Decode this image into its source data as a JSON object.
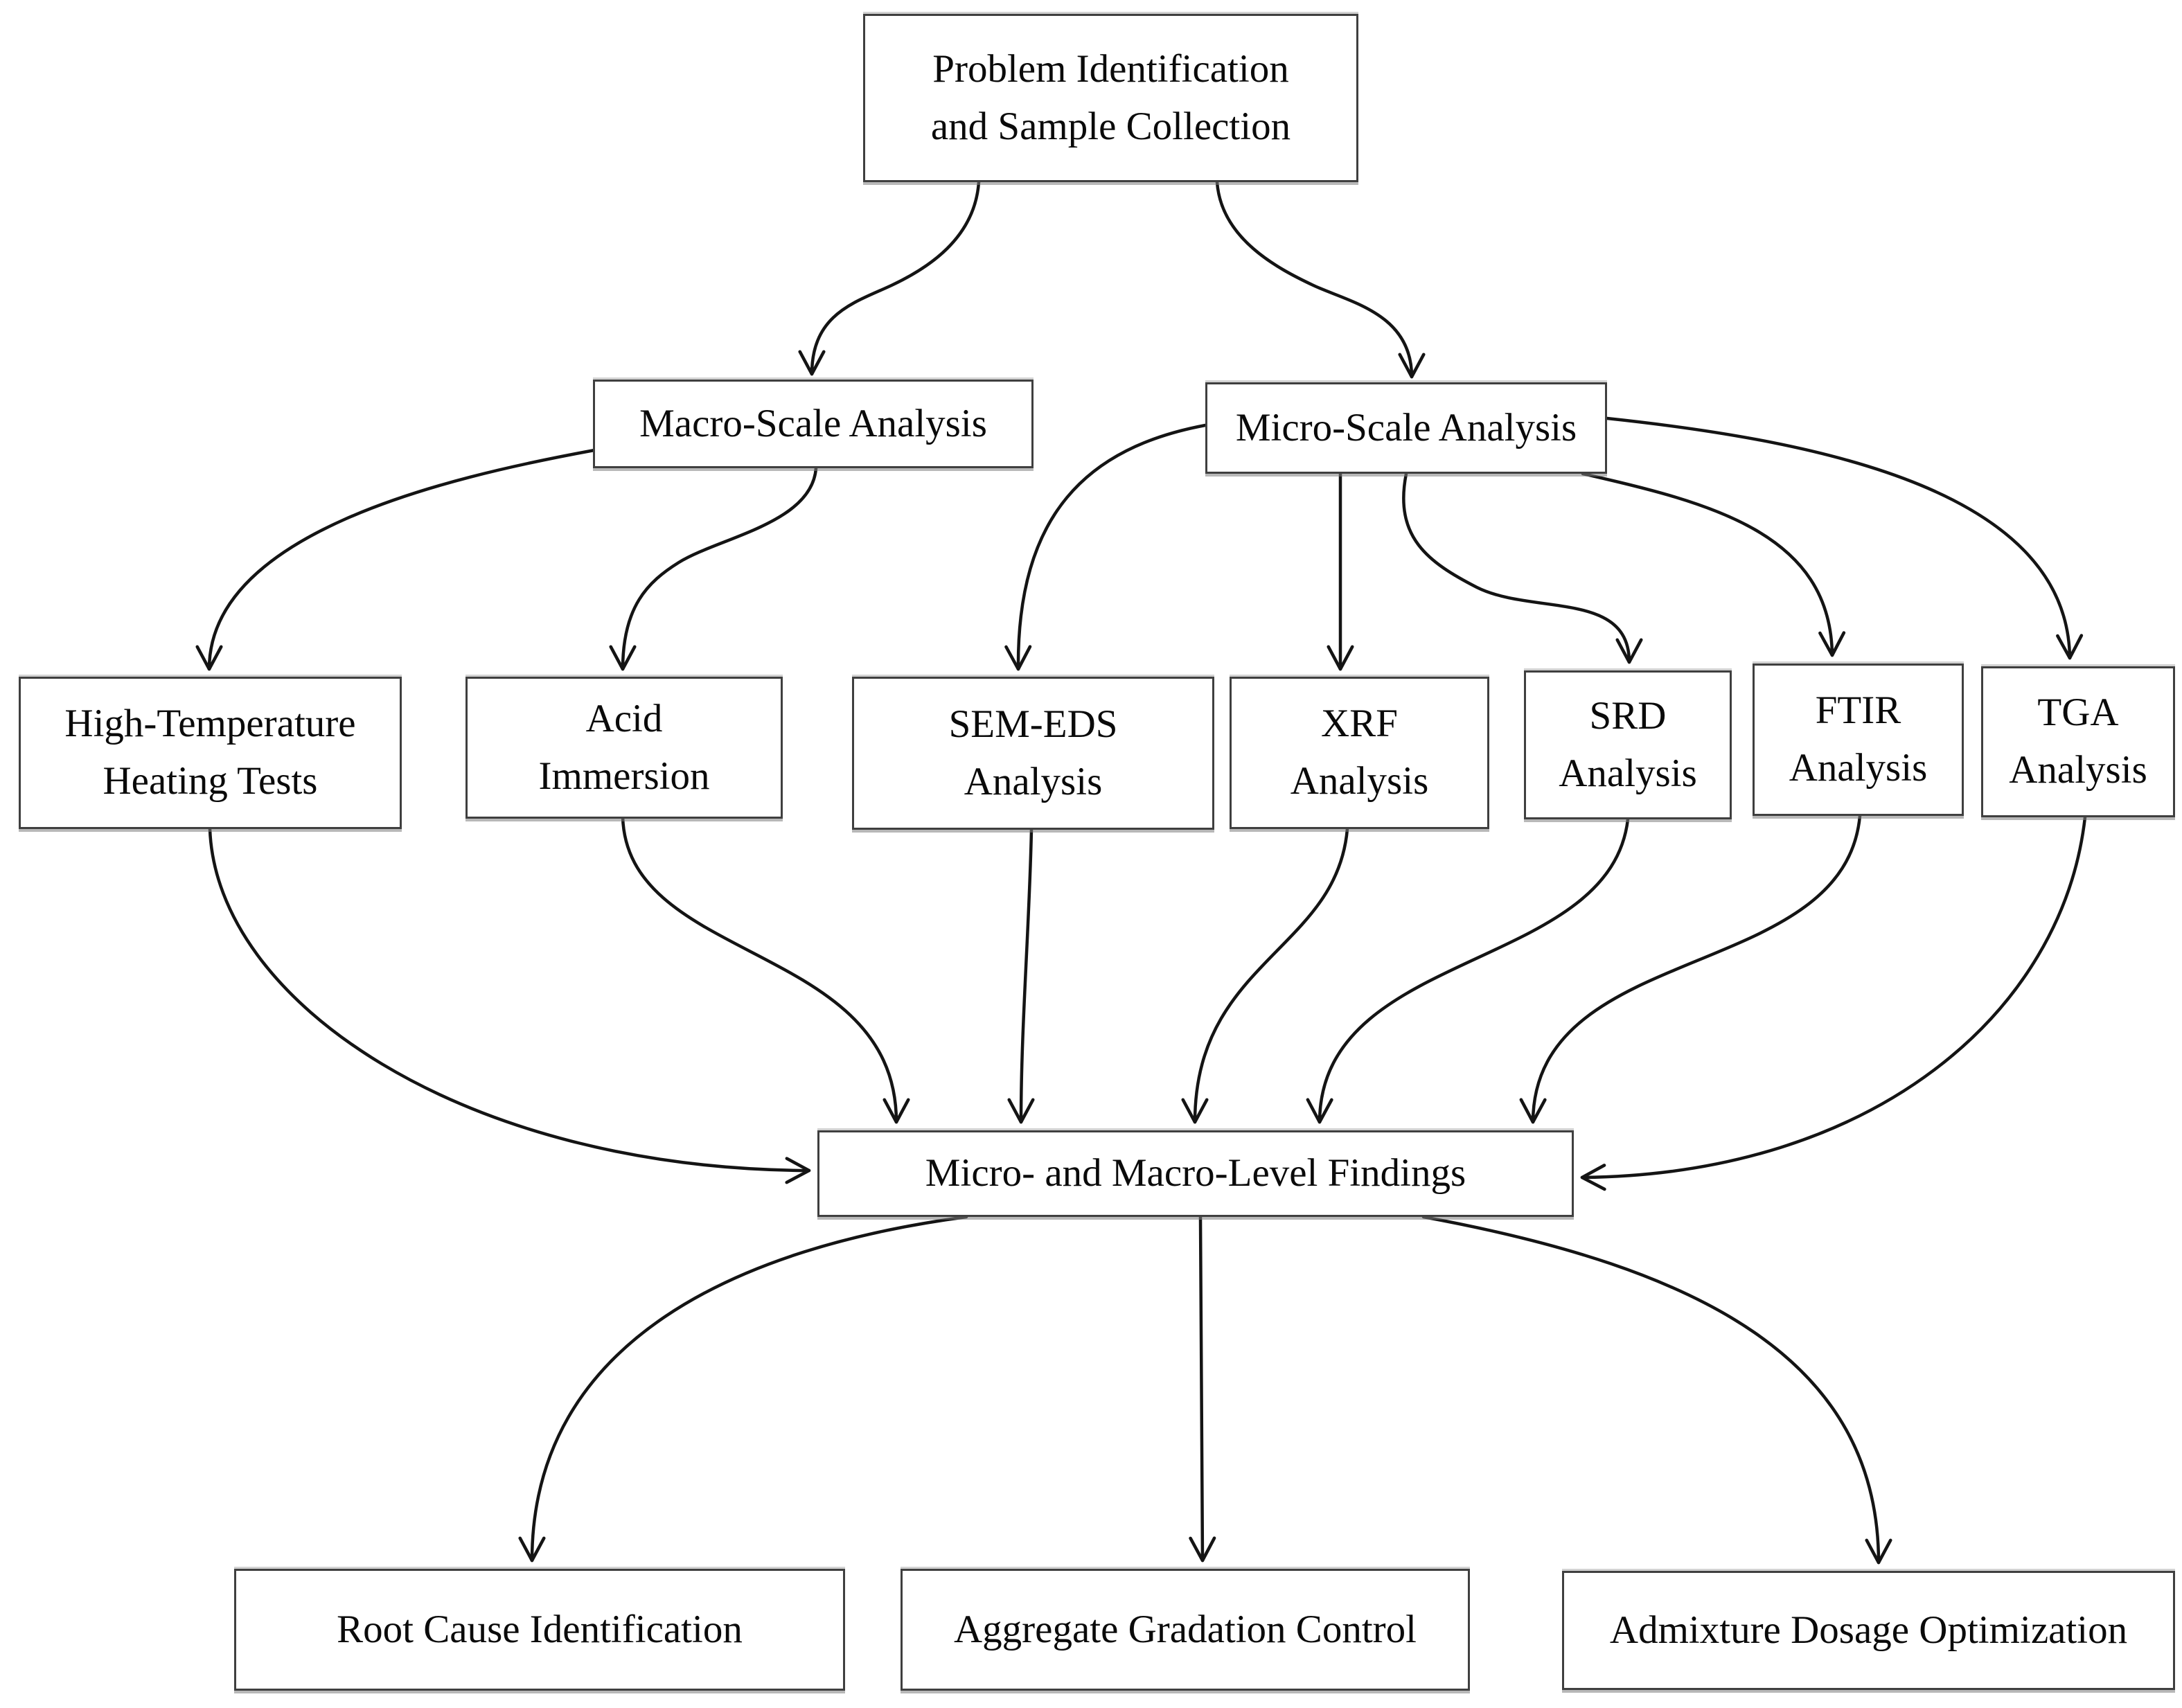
{
  "diagram": {
    "type": "flowchart",
    "background_color": "#ffffff",
    "arrow_color": "#141414",
    "box_border_color": "#3f3f3f",
    "text_color": "#0a0a0a",
    "nodes": {
      "problem": {
        "lines": [
          "Problem Identification",
          "and Sample Collection"
        ]
      },
      "macro": {
        "lines": [
          "Macro-Scale Analysis"
        ]
      },
      "micro": {
        "lines": [
          "Micro-Scale Analysis"
        ]
      },
      "htht": {
        "lines": [
          "High-Temperature",
          "Heating Tests"
        ]
      },
      "acid": {
        "lines": [
          "Acid",
          "Immersion"
        ]
      },
      "sem": {
        "lines": [
          "SEM-EDS",
          "Analysis"
        ]
      },
      "xrf": {
        "lines": [
          "XRF",
          "Analysis"
        ]
      },
      "srd": {
        "lines": [
          "SRD",
          "Analysis"
        ]
      },
      "ftir": {
        "lines": [
          "FTIR",
          "Analysis"
        ]
      },
      "tga": {
        "lines": [
          "TGA",
          "Analysis"
        ]
      },
      "findings": {
        "lines": [
          "Micro- and Macro-Level Findings"
        ]
      },
      "root": {
        "lines": [
          "Root Cause Identification"
        ]
      },
      "aggregate": {
        "lines": [
          "Aggregate Gradation Control"
        ]
      },
      "admixture": {
        "lines": [
          "Admixture Dosage Optimization"
        ]
      }
    },
    "edges": [
      {
        "from": "problem",
        "to": "macro"
      },
      {
        "from": "problem",
        "to": "micro"
      },
      {
        "from": "macro",
        "to": "htht"
      },
      {
        "from": "macro",
        "to": "acid"
      },
      {
        "from": "micro",
        "to": "sem"
      },
      {
        "from": "micro",
        "to": "xrf"
      },
      {
        "from": "micro",
        "to": "srd"
      },
      {
        "from": "micro",
        "to": "ftir"
      },
      {
        "from": "micro",
        "to": "tga"
      },
      {
        "from": "htht",
        "to": "findings"
      },
      {
        "from": "acid",
        "to": "findings"
      },
      {
        "from": "sem",
        "to": "findings"
      },
      {
        "from": "xrf",
        "to": "findings"
      },
      {
        "from": "srd",
        "to": "findings"
      },
      {
        "from": "ftir",
        "to": "findings"
      },
      {
        "from": "tga",
        "to": "findings"
      },
      {
        "from": "findings",
        "to": "root"
      },
      {
        "from": "findings",
        "to": "aggregate"
      },
      {
        "from": "findings",
        "to": "admixture"
      }
    ]
  }
}
